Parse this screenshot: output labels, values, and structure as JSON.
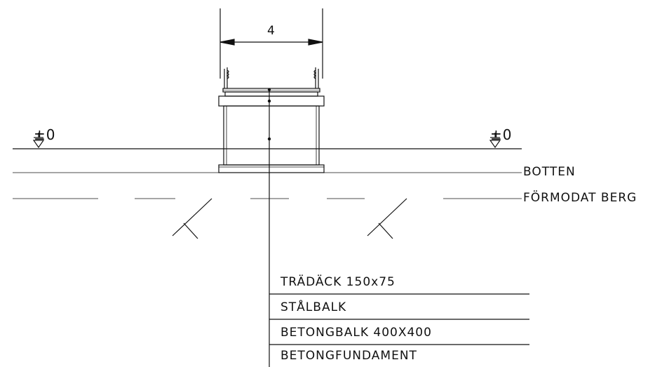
{
  "dimension_label": "4",
  "level_marks": [
    {
      "side": "left",
      "text": "±0"
    },
    {
      "side": "right",
      "text": "±0"
    }
  ],
  "side_labels": {
    "bottom": "BOTTEN",
    "rock": "FÖRMODAT BERG"
  },
  "layer_notes": [
    "TRÄDÄCK 150x75",
    "STÅLBALK",
    "BETONGBALK 400X400",
    "BETONGFUNDAMENT"
  ]
}
